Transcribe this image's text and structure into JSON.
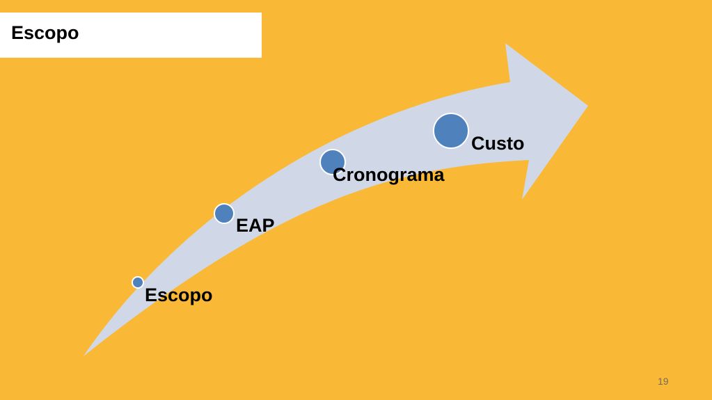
{
  "slide": {
    "title": "Escopo",
    "page_number": "19"
  },
  "colors": {
    "background": "#f9b937",
    "title_box": "#ffffff",
    "arrow_fill": "#d0d8e8",
    "node_fill": "#4f81bd",
    "node_stroke": "#ffffff",
    "text": "#000000"
  },
  "process": {
    "steps": [
      {
        "label": "Escopo"
      },
      {
        "label": "EAP"
      },
      {
        "label": "Cronograma"
      },
      {
        "label": "Custo"
      }
    ]
  }
}
